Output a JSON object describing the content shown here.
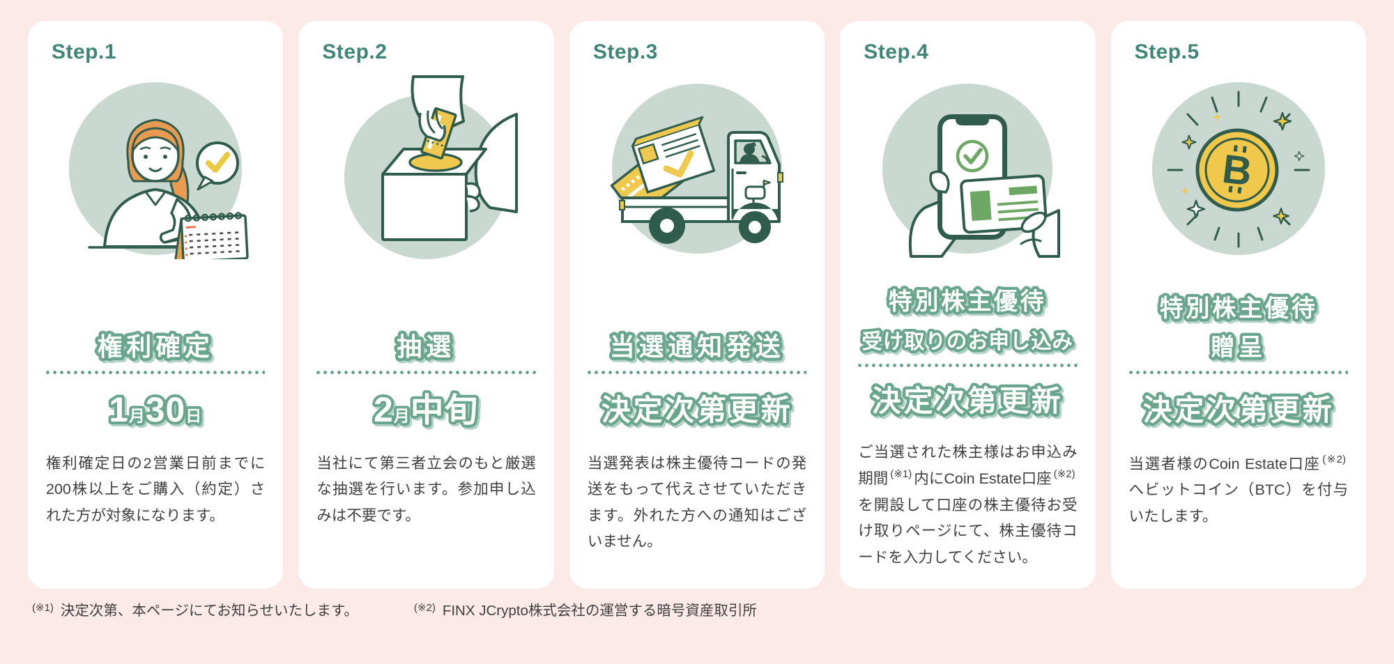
{
  "page": {
    "background": "#fbeae7",
    "card_bg": "#ffffff",
    "accent_green": "#6aa58f",
    "dark_green": "#2f5c4c",
    "step_label_color": "#418577",
    "sage_circle": "#c9d8d1",
    "yellow": "#eec94d",
    "body_text_color": "#3f3f3f"
  },
  "steps": [
    {
      "label": "Step.1",
      "illustration": "woman-pointing-calendar",
      "title_lines": [
        "権利確定"
      ],
      "status": [
        {
          "text": "1"
        },
        {
          "text": "月"
        },
        {
          "text": "30"
        },
        {
          "text": "日"
        }
      ],
      "body": [
        {
          "t": "権利確定日の2営業日前までに200株以上をご購入（約定）された方が対象になります。"
        }
      ]
    },
    {
      "label": "Step.2",
      "illustration": "hand-ballot-box",
      "title_lines": [
        "抽選"
      ],
      "status": [
        {
          "text": "2"
        },
        {
          "text": "月"
        },
        {
          "text": "中旬"
        }
      ],
      "body": [
        {
          "t": "当社にて第三者立会のもと厳選な抽選を行います。参加申し込みは不要です。"
        }
      ]
    },
    {
      "label": "Step.3",
      "illustration": "delivery-truck-envelopes",
      "title_lines": [
        "当選通知発送"
      ],
      "status": [
        {
          "text": "決定次第更新"
        }
      ],
      "body": [
        {
          "t": "当選発表は株主優待コードの発送をもって代えさせていただきます。外れた方への通知はございません。"
        }
      ]
    },
    {
      "label": "Step.4",
      "illustration": "phone-and-card-hands",
      "title_lines": [
        "特別株主優待",
        "受け取りのお申し込み"
      ],
      "status": [
        {
          "text": "決定次第更新"
        }
      ],
      "body": [
        {
          "t": "ご当選された株主様はお申込み期間"
        },
        {
          "t": "(※1)",
          "sup": true
        },
        {
          "t": "内にCoin Estate口座"
        },
        {
          "t": "(※2)",
          "sup": true
        },
        {
          "t": "を開設して口座の株主優待お受け取りページにて、株主優待コードを入力してください。"
        }
      ]
    },
    {
      "label": "Step.5",
      "illustration": "bitcoin-coin-sparkles",
      "title_lines": [
        "特別株主優待",
        "贈呈"
      ],
      "status": [
        {
          "text": "決定次第更新"
        }
      ],
      "body": [
        {
          "t": "当選者様のCoin Estate口座"
        },
        {
          "t": "(※2)",
          "sup": true
        },
        {
          "t": "へビットコイン（BTC）を付与いたします。"
        }
      ]
    }
  ],
  "footnotes": [
    {
      "marker": "(※1)",
      "text": "決定次第、本ページにてお知らせいたします。"
    },
    {
      "marker": "(※2)",
      "text": "FINX JCrypto株式会社の運営する暗号資産取引所"
    }
  ]
}
